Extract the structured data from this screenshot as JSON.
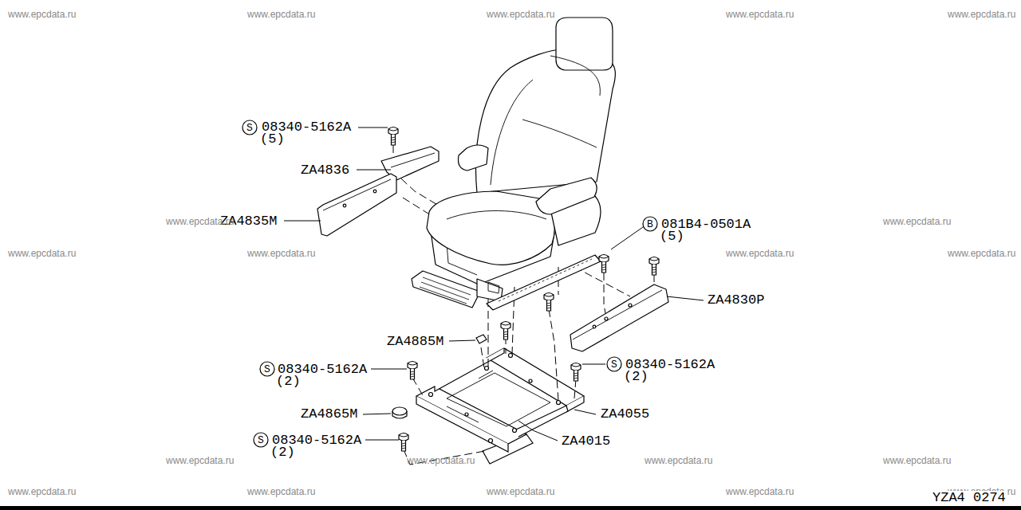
{
  "diagram": {
    "labels": [
      "www.epcdata.ru",
      "www.epcdata.ru",
      "www.epcdata.ru",
      "www.epcdata.ru",
      "www.epcdata.ru",
      "S",
      "08340-5162A",
      "(5)",
      "ZA4836",
      "ZA4835M",
      "www.epcdata.ru",
      "B",
      "081B4-0501A",
      "(5)",
      "www.epcdata.ru",
      "www.epcdata.ru",
      "www.epcdata.ru",
      "www.epcdata.ru",
      "www.epcdata.ru",
      "ZA4830P",
      "ZA4885M",
      "S",
      "08340-5162A",
      "(2)",
      "S",
      "08340-5162A",
      "(2)",
      "ZA4865M",
      "ZA4055",
      "ZA4015",
      "S",
      "08340-5162A",
      "(2)",
      "www.epcdata.ru",
      "www.epcdata.ru",
      "www.epcdata.ru",
      "www.epcdata.ru",
      "www.epcdata.ru",
      "www.epcdata.ru",
      "www.epcdata.ru",
      "www.epcdata.ru",
      "www.epcdata.ru",
      "YZA4 0274"
    ]
  }
}
